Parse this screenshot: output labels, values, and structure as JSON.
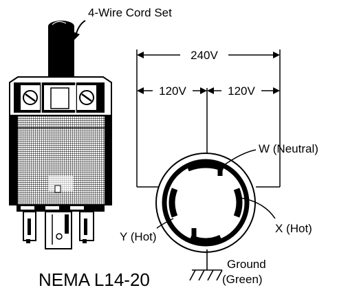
{
  "labels": {
    "cord_set": "4-Wire Cord Set",
    "v240": "240V",
    "v120_left": "120V",
    "v120_right": "120V",
    "w_neutral": "W (Neutral)",
    "y_hot": "Y (Hot)",
    "x_hot": "X (Hot)",
    "ground": "Ground",
    "green": "(Green)",
    "title": "NEMA L14-20"
  }
}
